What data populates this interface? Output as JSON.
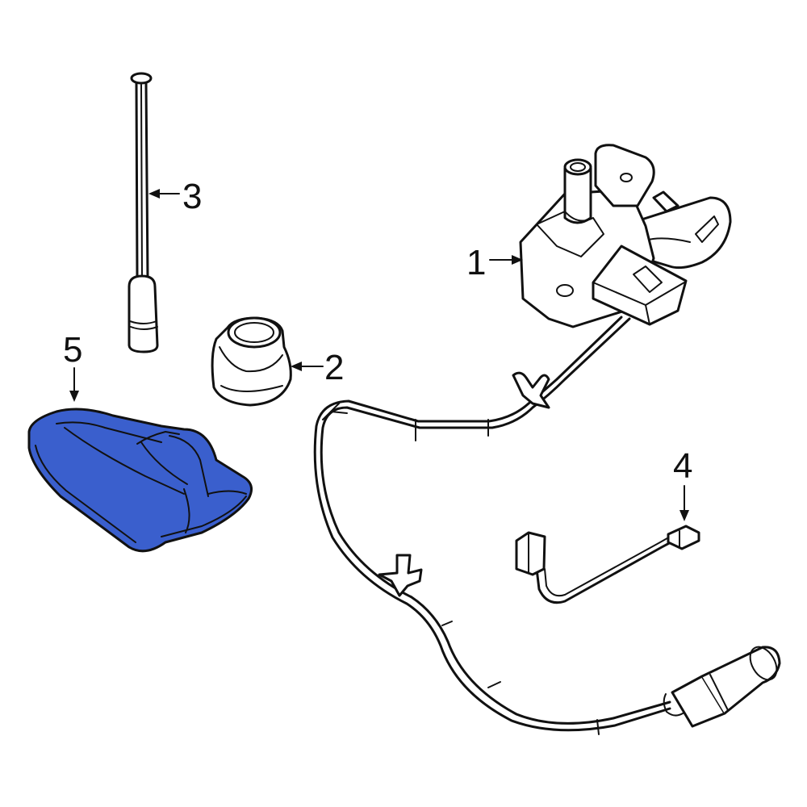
{
  "diagram": {
    "highlight_color": "#3a5fcd",
    "callouts": [
      {
        "id": "1",
        "label": "1"
      },
      {
        "id": "2",
        "label": "2"
      },
      {
        "id": "3",
        "label": "3"
      },
      {
        "id": "4",
        "label": "4"
      },
      {
        "id": "5",
        "label": "5"
      }
    ],
    "highlighted_part": "5"
  }
}
